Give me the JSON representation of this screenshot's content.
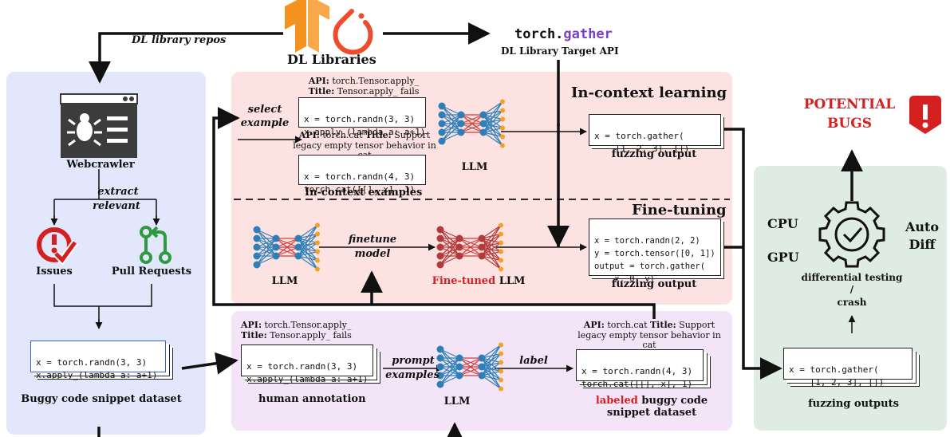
{
  "top": {
    "repos_label": "DL library repos",
    "libraries_label": "DL Libraries",
    "target_api_prefix": "torch.",
    "target_api_func": "gather",
    "target_api_label": "DL Library Target API"
  },
  "left": {
    "webcrawler": "Webcrawler",
    "extract_1": "extract",
    "extract_2": "relevant",
    "issues": "Issues",
    "pull_requests": "Pull Requests",
    "snippet_line1": "x = torch.randn(3, 3)",
    "snippet_line2": "x.apply_(lambda a: a+1)",
    "dataset_label": "Buggy code snippet dataset"
  },
  "icl": {
    "title": "In-context learning",
    "select_1": "select",
    "select_2": "example",
    "ex1_api": "API:",
    "ex1_api_val": "torch.Tensor.apply_",
    "ex1_title": "Title:",
    "ex1_title_val": "Tensor.apply_ fails",
    "ex1_code1": "x = torch.randn(3, 3)",
    "ex1_code2": "x.apply_(lambda a: a+1)",
    "ex2_api": "API:",
    "ex2_api_val": "torch.cat",
    "ex2_title": "Title:",
    "ex2_title_val": "Support legacy empty tensor behavior in cat",
    "ex2_code1": "x = torch.randn(4, 3)",
    "ex2_code2": "torch.cat([[], x], 1)",
    "examples_label": "In-context examples",
    "llm_label": "LLM",
    "out_code1": "x = torch.gather(",
    "out_code2": "    [1, 2, 3], [])",
    "out_label": "fuzzing output"
  },
  "ft": {
    "title": "Fine-tuning",
    "llm_label": "LLM",
    "finetune_1": "finetune",
    "finetune_2": "model",
    "ftllm_red": "Fine-tuned",
    "ftllm_rest": " LLM",
    "out_code1": "x = torch.randn(2, 2)",
    "out_code2": "y = torch.tensor([0, 1])",
    "out_code3": "output = torch.gather(",
    "out_code4": "    x, 0, y)",
    "out_label": "fuzzing output"
  },
  "annot": {
    "api": "API:",
    "api_val": "torch.Tensor.apply_",
    "title": "Title:",
    "title_val": "Tensor.apply_ fails",
    "code1": "x = torch.randn(3, 3)",
    "code2": "x.apply_(lambda a: a+1)",
    "human_label": "human annotation",
    "prompt_1": "prompt",
    "prompt_2": "examples",
    "llm_label": "LLM",
    "label_word": "label",
    "out_api": "API:",
    "out_api_val": "torch.cat",
    "out_title": "Title:",
    "out_title_val": "Support legacy empty tensor behavior in cat",
    "out_code1": "x = torch.randn(4, 3)",
    "out_code2": "torch.cat([[], x], 1)",
    "labeled_red": "labeled",
    "labeled_rest": " buggy code snippet dataset"
  },
  "right": {
    "potential_1": "POTENTIAL",
    "potential_2": "BUGS",
    "cpu": "CPU",
    "gpu": "GPU",
    "auto_1": "Auto",
    "auto_2": "Diff",
    "diff_1": "differential testing",
    "diff_2": "/",
    "diff_3": "crash",
    "code1": "x = torch.gather(",
    "code2": "    [1, 2, 3], [])",
    "outputs_label": "fuzzing outputs"
  },
  "colors": {
    "left_panel": "#e3e7fb",
    "icl_panel": "#fde2e2",
    "annot_panel": "#f3e4f8",
    "right_panel": "#dfece4",
    "accent_red": "#d42020",
    "accent_purple": "#7a3fc7",
    "tf_orange": "#f5921e",
    "pytorch_red": "#ee4c2c",
    "llm_blue": "#2e7fb8",
    "ft_llm_red": "#b33a3a"
  }
}
